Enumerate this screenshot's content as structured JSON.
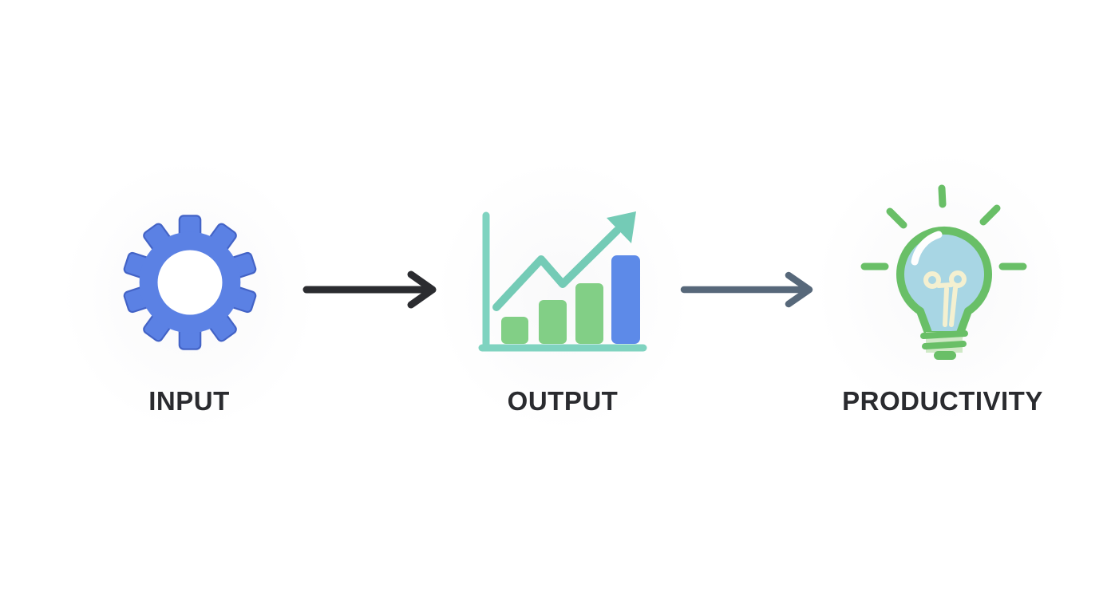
{
  "nodes": [
    {
      "id": "input",
      "label": "INPUT",
      "icon": "gear-icon"
    },
    {
      "id": "output",
      "label": "OUTPUT",
      "icon": "bar-chart-icon"
    },
    {
      "id": "productivity",
      "label": "PRODUCTIVITY",
      "icon": "lightbulb-icon"
    }
  ],
  "connectors": [
    {
      "from": "input",
      "to": "output",
      "color": "#2b2c30"
    },
    {
      "from": "output",
      "to": "productivity",
      "color": "#57687a"
    }
  ],
  "colors": {
    "background": "#ffffff",
    "label_text": "#2a2b2f",
    "gear_body": "#5b81e4",
    "gear_edge": "#4363c6",
    "gear_hole": "#ffffff",
    "chart_axis": "#7fd3c0",
    "chart_trend": "#74cbb6",
    "chart_bar_green": "#82cf86",
    "chart_bar_blue": "#5d8ae8",
    "bulb_outline": "#69bf67",
    "bulb_glass": "#a8d6e4",
    "bulb_highlight": "#fefefe",
    "bulb_filament": "#f4f0d0",
    "bulb_base_fill": "#cfe9c6"
  }
}
